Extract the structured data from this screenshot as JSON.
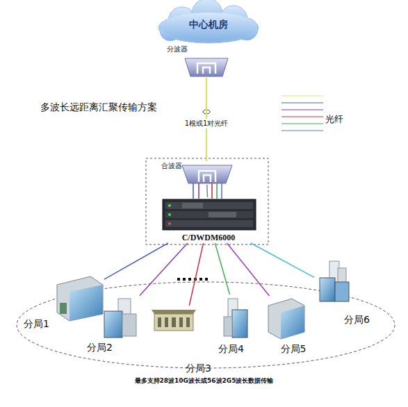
{
  "diagram": {
    "title": "多波长远距离汇聚传输方案",
    "caption": "最多支持28波10G波长或56波2G5波长数据传输",
    "nodes": [
      {
        "text": [
          "中心机房"
        ]
      },
      {
        "text": [
          "分波器"
        ]
      },
      {
        "text": [
          "合波器"
        ]
      },
      {
        "text": [
          "C/DWDM6000"
        ]
      },
      {
        "text": [
          "分局1"
        ]
      },
      {
        "text": [
          "分局2"
        ]
      },
      {
        "text": [
          "分局3"
        ]
      },
      {
        "text": [
          "分局4"
        ]
      },
      {
        "text": [
          "分局5"
        ]
      },
      {
        "text": [
          "分局6"
        ]
      }
    ],
    "edges": [
      {
        "from": 1,
        "to": 2,
        "arrow": "none",
        "label": "1根或1对光纤"
      },
      {
        "from": 2,
        "to": 3,
        "arrow": "none"
      },
      {
        "from": 3,
        "to": 4,
        "arrow": "none"
      },
      {
        "from": 3,
        "to": 5,
        "arrow": "none"
      },
      {
        "from": 3,
        "to": 6,
        "arrow": "none"
      },
      {
        "from": 3,
        "to": 7,
        "arrow": "none"
      },
      {
        "from": 3,
        "to": 8,
        "arrow": "none"
      },
      {
        "from": 3,
        "to": 9,
        "arrow": "none"
      }
    ],
    "legend": [
      {
        "text": "光纤"
      }
    ]
  }
}
